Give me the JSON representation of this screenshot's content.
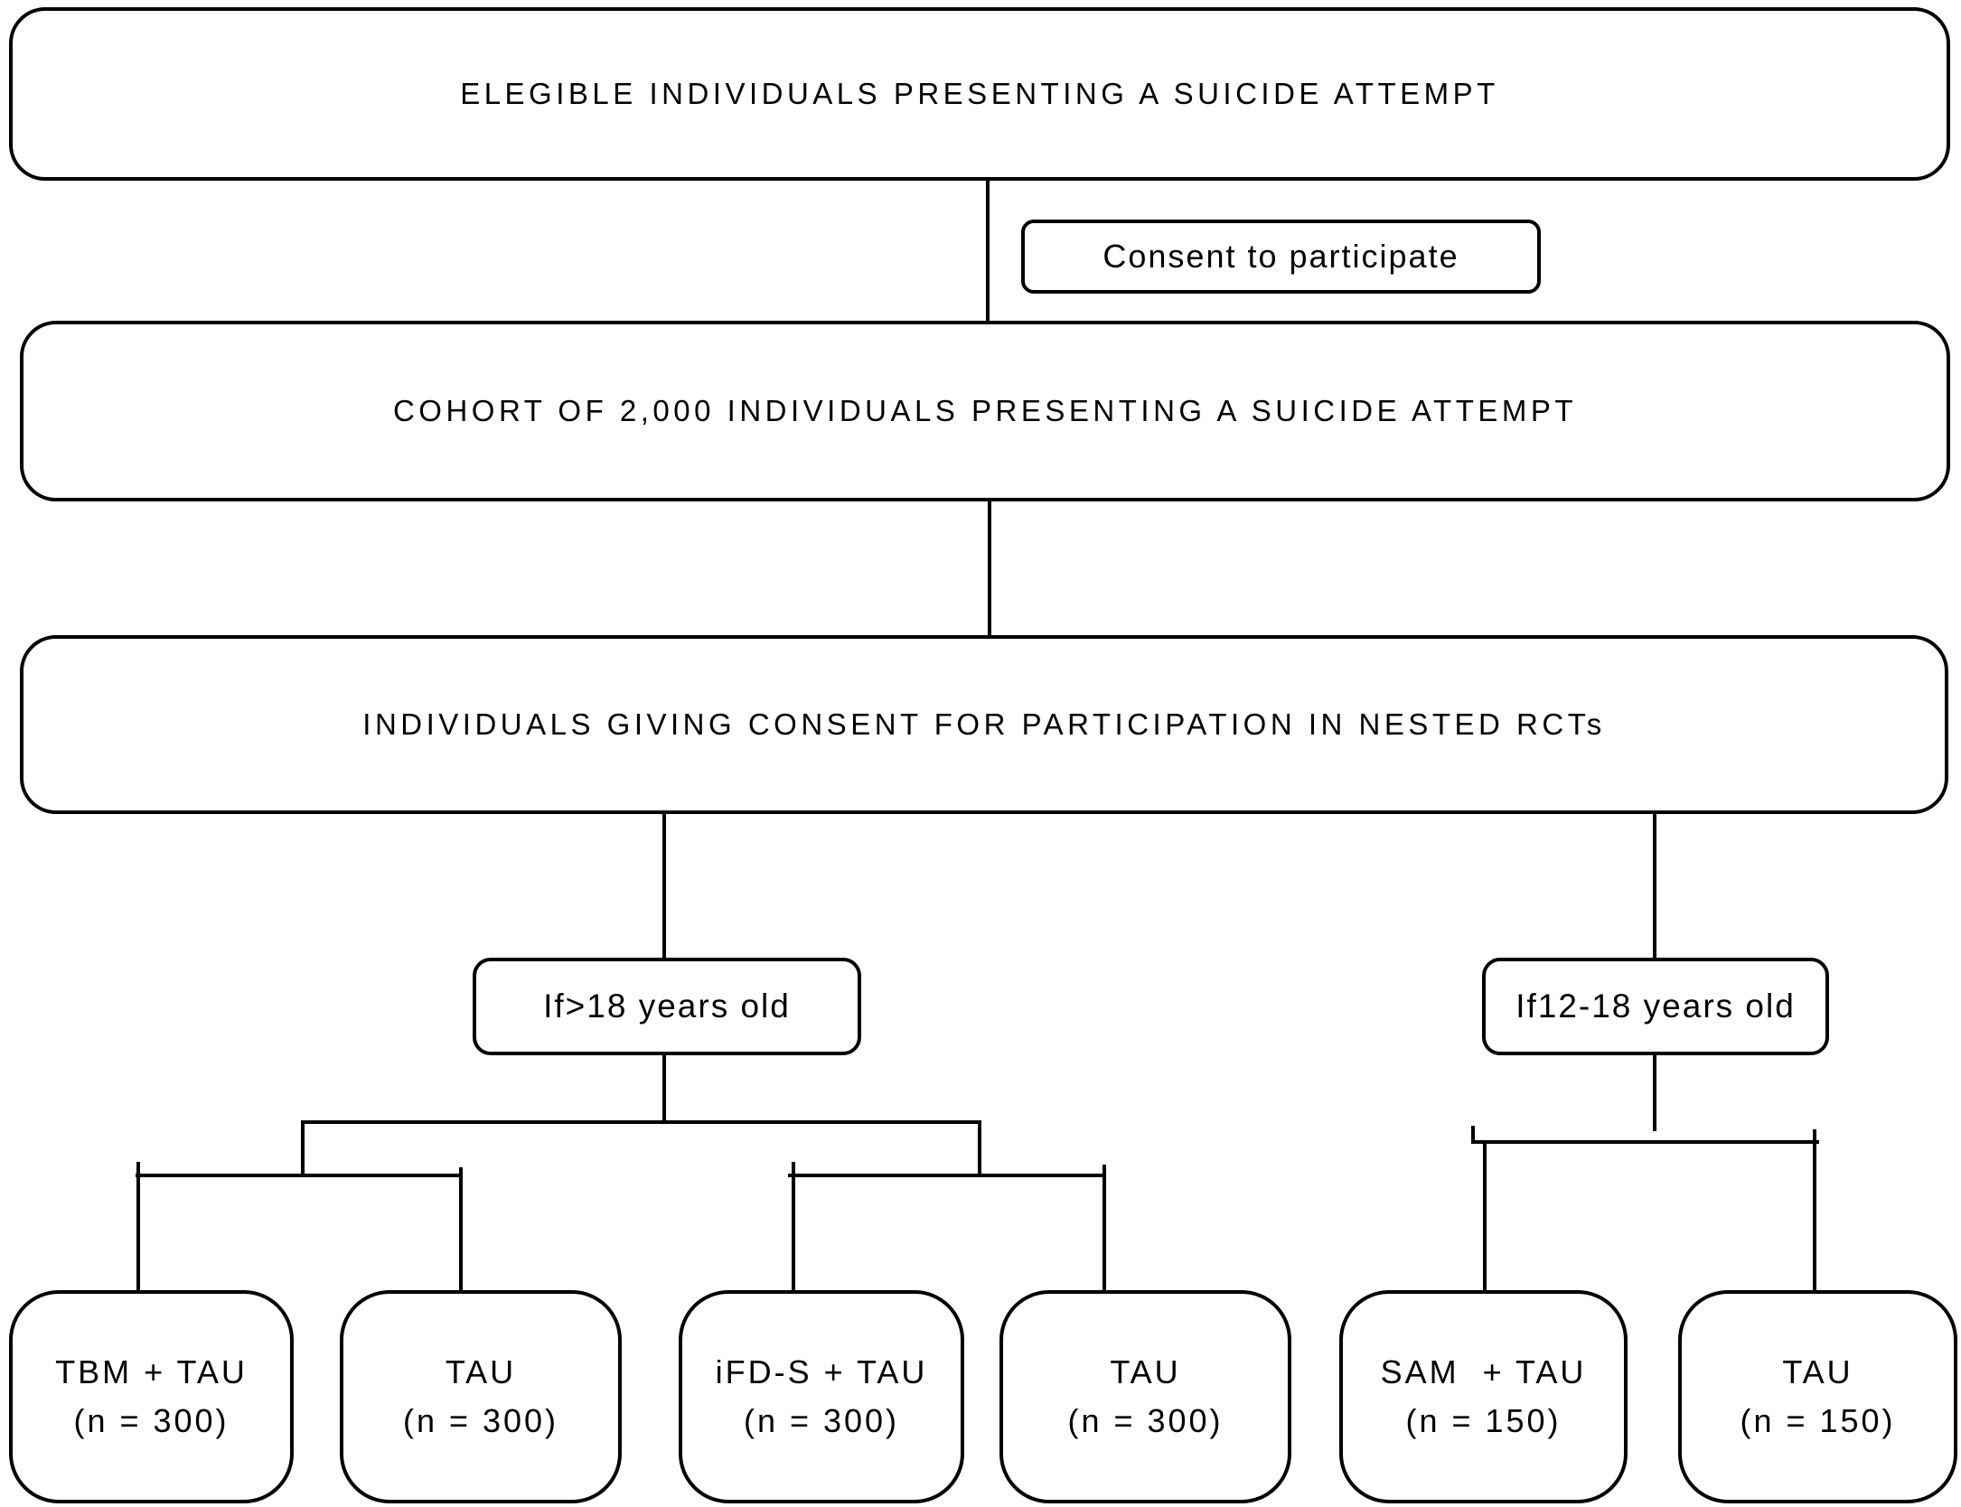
{
  "colors": {
    "stroke": "#000000",
    "fill": "#ffffff"
  },
  "nodes": {
    "eligible": "ELEGIBLE INDIVIDUALS PRESENTING A SUICIDE ATTEMPT",
    "consent": "Consent to participate",
    "cohort": "COHORT OF 2,000 INDIVIDUALS PRESENTING A SUICIDE ATTEMPT",
    "nested": "INDIVIDUALS GIVING CONSENT FOR PARTICIPATION IN NESTED RCTs",
    "adult_branch": "If>18 years old",
    "adolescent_branch": "If12-18 years old",
    "arms": [
      {
        "treatment": "TBM + TAU",
        "sample": "(n = 300)"
      },
      {
        "treatment": "TAU",
        "sample": "(n = 300)"
      },
      {
        "treatment": "iFD-S + TAU",
        "sample": "(n = 300)"
      },
      {
        "treatment": "TAU",
        "sample": "(n = 300)"
      },
      {
        "treatment": "SAM  + TAU",
        "sample": "(n = 150)"
      },
      {
        "treatment": "TAU",
        "sample": "(n = 150)"
      }
    ]
  }
}
